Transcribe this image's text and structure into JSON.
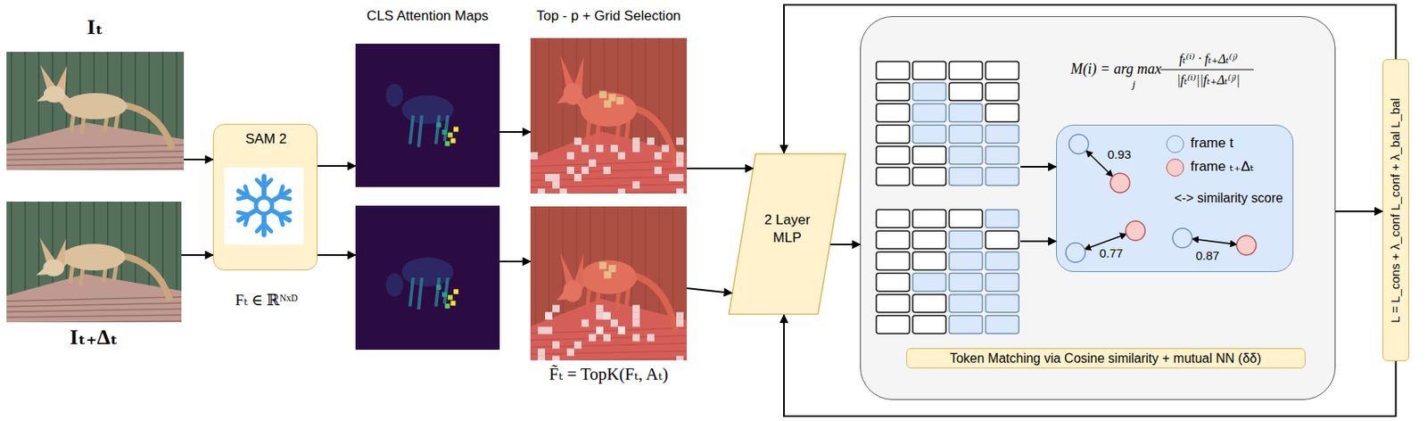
{
  "diagram": {
    "nodes": [
      {
        "text": [
          "Iₜ"
        ]
      },
      {
        "text": [
          "Iₜ₊Δₜ"
        ]
      },
      {
        "text": [
          "SAM 2"
        ]
      },
      {
        "text": [
          "CLS Attention Maps"
        ]
      },
      {
        "text": []
      },
      {
        "text": [
          "Top - p + Grid Selection"
        ]
      },
      {
        "text": [
          "F̃ₜ = TopK(Fₜ, Aₜ)"
        ]
      },
      {
        "text": [
          "2 Layer MLP"
        ]
      },
      {
        "text": [
          "M(i) = arg max",
          "j",
          "fₜ⁽ⁱ⁾ · fₜ₊Δₜ⁽ʲ⁾",
          "|fₜ⁽ⁱ⁾||fₜ₊Δₜ⁽ʲ⁾|"
        ]
      },
      {
        "text": [],
        "in": 8
      },
      {
        "text": [],
        "in": 8
      },
      {
        "text": [
          "<-> similarity score"
        ],
        "in": 8
      },
      {
        "text": [
          "Token Matching via Cosine similarity + mutual NN (δδ)"
        ],
        "in": 8
      },
      {
        "text": [
          "L = L_cons + λ_conf L_conf + λ_bal L_bal"
        ]
      }
    ],
    "edges": [
      {
        "from": 0,
        "to": 2,
        "arrow": "to"
      },
      {
        "from": 1,
        "to": 2,
        "arrow": "to"
      },
      {
        "from": 2,
        "to": 3,
        "arrow": "to"
      },
      {
        "from": 2,
        "to": 4,
        "arrow": "to"
      },
      {
        "from": 3,
        "to": 5,
        "arrow": "to"
      },
      {
        "from": 4,
        "to": 6,
        "arrow": "to"
      },
      {
        "from": 5,
        "to": 7,
        "arrow": "to"
      },
      {
        "from": 6,
        "to": 7,
        "arrow": "to"
      },
      {
        "from": 7,
        "to": 8,
        "arrow": "to"
      },
      {
        "from": 9,
        "to": 11,
        "arrow": "to"
      },
      {
        "from": 10,
        "to": 11,
        "arrow": "to"
      },
      {
        "from": 8,
        "to": 13,
        "arrow": "to"
      },
      {
        "from": 13,
        "to": 7,
        "arrow": "to"
      }
    ],
    "labels": [
      "Fₜ ∈ ℝᴺˣᴰ",
      "0.93",
      "0.77",
      "0.87"
    ],
    "legend": [
      {
        "text": "frame t",
        "color": "#dae8fc"
      },
      {
        "text": "frame ₜ₊Δₜ",
        "color": "#f8cecc"
      }
    ]
  }
}
